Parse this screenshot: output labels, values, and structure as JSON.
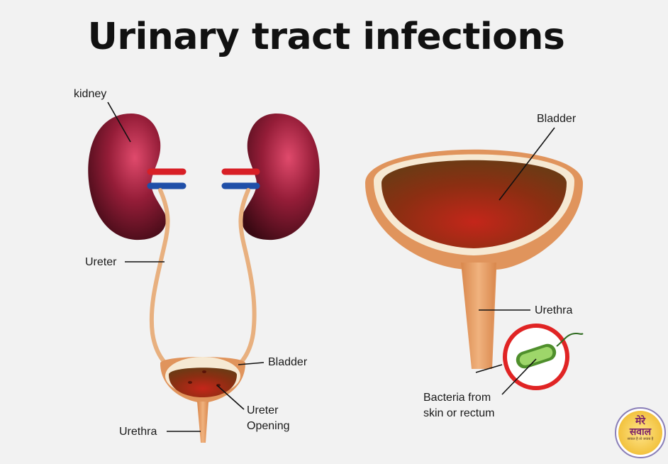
{
  "title": "Urinary tract infections",
  "left_diagram": {
    "kidney_label": "kidney",
    "ureter_label": "Ureter",
    "bladder_label": "Bladder",
    "ureter_opening_label_line1": "Ureter",
    "ureter_opening_label_line2": "Opening",
    "urethra_label": "Urethra"
  },
  "right_diagram": {
    "bladder_label": "Bladder",
    "urethra_label": "Urethra",
    "bacteria_label_line1": "Bacteria from",
    "bacteria_label_line2": "skin or rectum"
  },
  "logo": {
    "line1": "मेरे",
    "line2": "सवाल",
    "tagline": "सवाल है तो जवाब है"
  },
  "colors": {
    "background": "#f2f2f2",
    "kidney": "#8b1a32",
    "artery": "#d81f26",
    "vein": "#1f4fa8",
    "ureter": "#e8b07f",
    "bladder_wall": "#e0945c",
    "bladder_fill": "#8c2a10",
    "bacteria": "#7bbd4f",
    "bacteria_ring": "#e02424"
  }
}
